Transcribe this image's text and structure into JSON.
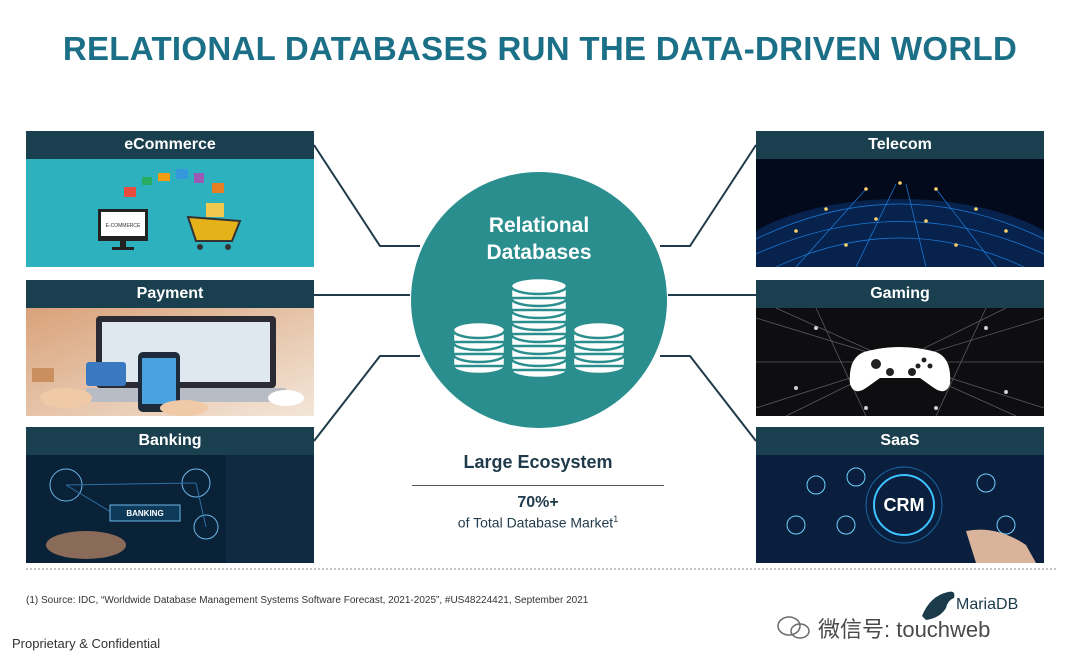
{
  "title": "RELATIONAL DATABASES RUN THE DATA-DRIVEN WORLD",
  "panels": {
    "ecommerce": {
      "label": "eCommerce",
      "screen_text": "E-COMMERCE"
    },
    "payment": {
      "label": "Payment"
    },
    "banking": {
      "label": "Banking",
      "screen_text": "BANKING"
    },
    "telecom": {
      "label": "Telecom"
    },
    "gaming": {
      "label": "Gaming"
    },
    "saas": {
      "label": "SaaS",
      "screen_text": "CRM"
    }
  },
  "hub": {
    "line1": "Relational",
    "line2": "Databases"
  },
  "ecosystem": {
    "heading": "Large Ecosystem",
    "value": "70%+",
    "caption": "of Total Database Market",
    "footnote_marker": "1"
  },
  "source": "(1) Source:  IDC, “Worldwide Database Management Systems Software Forecast, 2021-2025”, #US48224421, September 2021",
  "footer": "Proprietary & Confidential",
  "brand": "MariaDB",
  "watermark": "微信号: touchweb",
  "colors": {
    "title": "#1b6f86",
    "hub": "#2a8e8e",
    "panel_header": "#1a3f4e"
  }
}
